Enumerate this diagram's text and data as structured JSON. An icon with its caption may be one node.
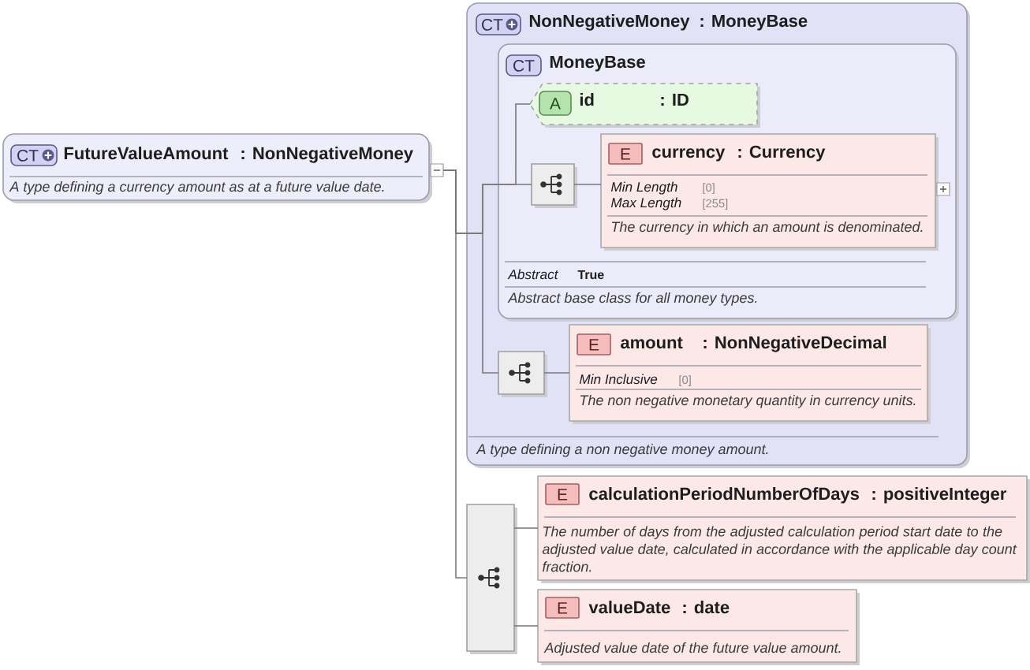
{
  "diagram": {
    "nodes": [
      {
        "text": [
          "CT",
          "FutureValueAmount",
          ": NonNegativeMoney",
          "A type defining a currency amount as at a future value date."
        ]
      },
      {
        "text": [
          "CT",
          "NonNegativeMoney",
          ": MoneyBase",
          "A type defining a non negative money amount."
        ]
      },
      {
        "text": [
          "CT",
          "MoneyBase",
          "Abstract",
          "True",
          "Abstract base class for all money types."
        ],
        "in": 1
      },
      {
        "text": [
          "A",
          "id",
          ": ID"
        ],
        "in": 2
      },
      {
        "text": [],
        "shape": "box",
        "in": 2
      },
      {
        "text": [
          "E",
          "currency",
          ": Currency",
          "Min Length",
          "[0]",
          "Max Length",
          "[255]",
          "The currency in which an amount is denominated."
        ],
        "in": 2
      },
      {
        "text": [],
        "shape": "box",
        "in": 1
      },
      {
        "text": [
          "E",
          "amount",
          ": NonNegativeDecimal",
          "Min Inclusive",
          "[0]",
          "The non negative monetary quantity in currency units."
        ],
        "in": 1
      },
      {
        "text": [],
        "shape": "box"
      },
      {
        "text": [
          "E",
          "calculationPeriodNumberOfDays",
          ": positiveInteger",
          "The number of days from the adjusted calculation period start date to the adjusted value date, calculated in accordance with the applicable day count fraction."
        ]
      },
      {
        "text": [
          "E",
          "valueDate",
          ": date",
          "Adjusted value date of the future value amount."
        ]
      }
    ],
    "edges": [
      {
        "from": 0,
        "to": 3,
        "arrow": "none"
      },
      {
        "from": 0,
        "to": 4,
        "arrow": "none"
      },
      {
        "from": 0,
        "to": 6,
        "arrow": "none"
      },
      {
        "from": 0,
        "to": 8,
        "arrow": "none"
      },
      {
        "from": 4,
        "to": 5,
        "arrow": "none"
      },
      {
        "from": 6,
        "to": 7,
        "arrow": "none"
      },
      {
        "from": 8,
        "to": 9,
        "arrow": "none"
      },
      {
        "from": 8,
        "to": 10,
        "arrow": "none"
      }
    ]
  }
}
